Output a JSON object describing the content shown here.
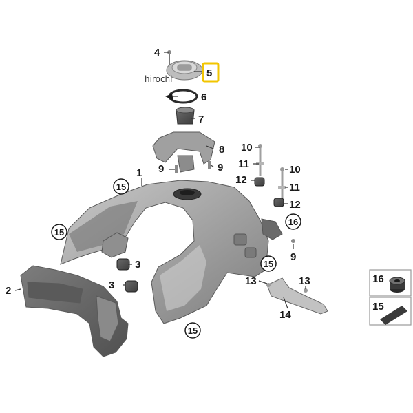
{
  "watermark": "hirochi",
  "callouts": {
    "c1": "1",
    "c2": "2",
    "c3a": "3",
    "c3b": "3",
    "c4": "4",
    "c5": "5",
    "c6": "6",
    "c7": "7",
    "c8": "8",
    "c9a": "9",
    "c9b": "9",
    "c9c": "9",
    "c10a": "10",
    "c10b": "10",
    "c11a": "11",
    "c11b": "11",
    "c12a": "12",
    "c12b": "12",
    "c13a": "13",
    "c13b": "13",
    "c14": "14"
  },
  "circled": {
    "p15a": "15",
    "p15b": "15",
    "p15c": "15",
    "p15d": "15",
    "p16": "16"
  },
  "legend": {
    "item16": "16",
    "item15": "15"
  },
  "highlight_color": "#f2c500",
  "part_color": "#9a9a9a"
}
